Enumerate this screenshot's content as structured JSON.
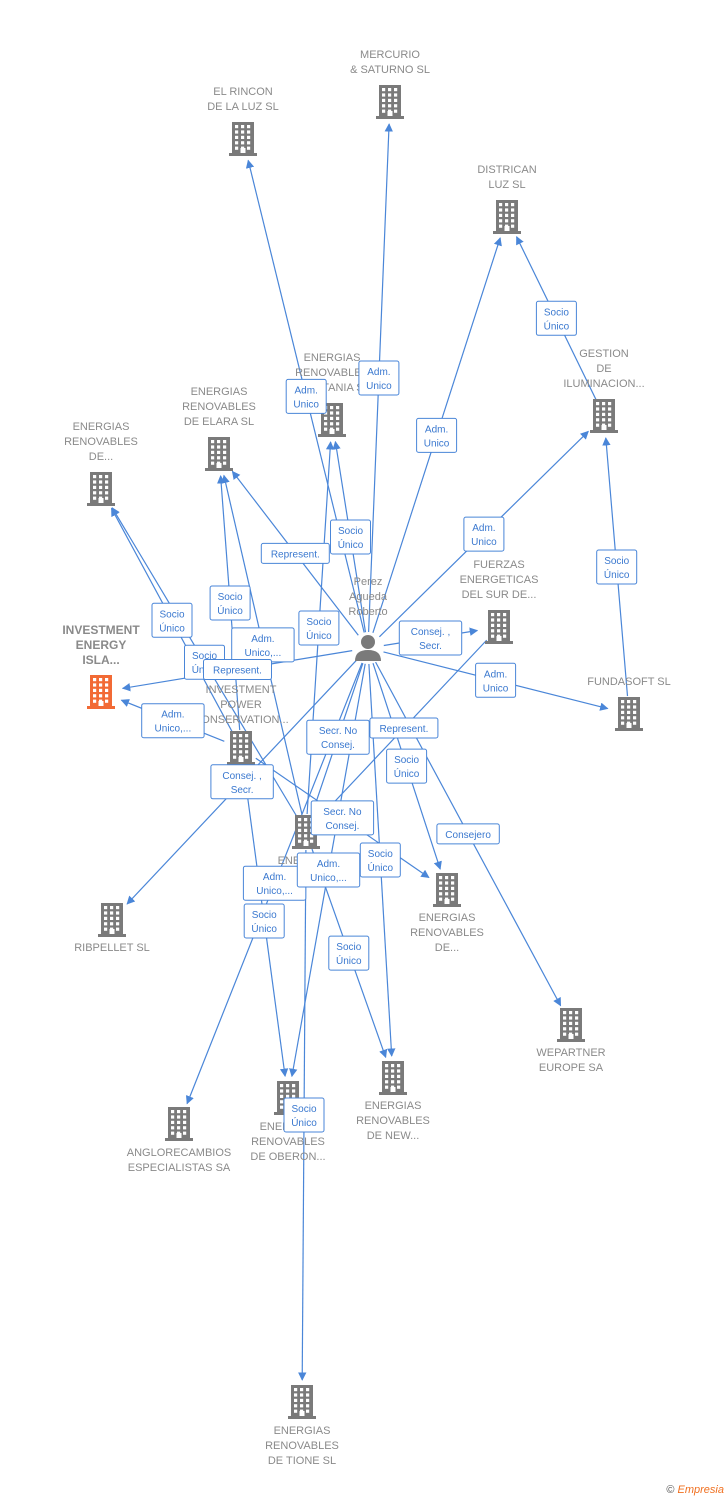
{
  "colors": {
    "edge": "#4a86d8",
    "building": "#7a7a7a",
    "focus_building": "#f26a35",
    "label": "#8a8a8a"
  },
  "person": {
    "id": "perez",
    "lines": [
      "Perez",
      "Agueda",
      "Roberto"
    ],
    "icon": "person-icon"
  },
  "companies": [
    {
      "id": "mercurio",
      "lines": [
        "MERCURIO",
        "& SATURNO  SL"
      ]
    },
    {
      "id": "rincon",
      "lines": [
        "EL RINCON",
        "DE LA LUZ SL"
      ]
    },
    {
      "id": "districan",
      "lines": [
        "DISTRICAN",
        "LUZ SL"
      ]
    },
    {
      "id": "gestion",
      "lines": [
        "GESTION",
        "DE",
        "ILUMINACION..."
      ]
    },
    {
      "id": "titania",
      "lines": [
        "ENERGIAS",
        "RENOVABLES",
        "DE TITANIA  SL"
      ]
    },
    {
      "id": "elara",
      "lines": [
        "ENERGIAS",
        "RENOVABLES",
        "DE ELARA  SL"
      ]
    },
    {
      "id": "ren_de",
      "lines": [
        "ENERGIAS",
        "RENOVABLES",
        "DE..."
      ]
    },
    {
      "id": "investment_isla",
      "lines": [
        "INVESTMENT",
        "ENERGY",
        "ISLA..."
      ],
      "focus": true
    },
    {
      "id": "fuerzas",
      "lines": [
        "FUERZAS",
        "ENERGETICAS",
        "DEL SUR DE..."
      ]
    },
    {
      "id": "fundasoft",
      "lines": [
        "FUNDASOFT SL"
      ]
    },
    {
      "id": "ipc",
      "lines": [
        "INVESTMENT",
        "POWER",
        "CONSERVATION..."
      ]
    },
    {
      "id": "hub",
      "lines": [
        "ENERGIAS",
        "SL"
      ]
    },
    {
      "id": "ribpellet",
      "lines": [
        "RIBPELLET SL"
      ]
    },
    {
      "id": "ren_de2",
      "lines": [
        "ENERGIAS",
        "RENOVABLES",
        "DE..."
      ]
    },
    {
      "id": "wepartner",
      "lines": [
        "WEPARTNER",
        "EUROPE SA"
      ]
    },
    {
      "id": "anglo",
      "lines": [
        "ANGLORECAMBIOS",
        "ESPECIALISTAS SA"
      ]
    },
    {
      "id": "oberon",
      "lines": [
        "ENERGIAS",
        "RENOVABLES",
        "DE OBERON..."
      ]
    },
    {
      "id": "newx",
      "lines": [
        "ENERGIAS",
        "RENOVABLES",
        "DE NEW..."
      ]
    },
    {
      "id": "tione",
      "lines": [
        "ENERGIAS",
        "RENOVABLES",
        "DE TIONE  SL"
      ]
    }
  ],
  "relations": [
    {
      "from": "perez",
      "to": "rincon",
      "role": [
        "Adm.",
        "Unico"
      ]
    },
    {
      "from": "perez",
      "to": "mercurio",
      "role": [
        "Adm.",
        "Unico"
      ]
    },
    {
      "from": "perez",
      "to": "districan",
      "role": [
        "Adm.",
        "Unico"
      ]
    },
    {
      "from": "gestion",
      "to": "districan",
      "role": [
        "Socio",
        "Único"
      ]
    },
    {
      "from": "perez",
      "to": "gestion",
      "role": [
        "Adm.",
        "Unico"
      ]
    },
    {
      "from": "fundasoft",
      "to": "gestion",
      "role": [
        "Socio",
        "Único"
      ]
    },
    {
      "from": "perez",
      "to": "titania",
      "role": [
        "Socio",
        "Único"
      ]
    },
    {
      "from": "hub",
      "to": "titania",
      "role": [
        "Socio",
        "Único"
      ]
    },
    {
      "from": "perez",
      "to": "elara",
      "role": [
        "Represent."
      ]
    },
    {
      "from": "hub",
      "to": "elara",
      "role": [
        "Adm.",
        "Unico,..."
      ]
    },
    {
      "from": "ipc",
      "to": "elara",
      "role": [
        "Socio",
        "Único"
      ]
    },
    {
      "from": "hub",
      "to": "ren_de",
      "role": [
        "Socio",
        "Único"
      ]
    },
    {
      "from": "ipc",
      "to": "ren_de",
      "role": [
        "Socio",
        "Único"
      ]
    },
    {
      "from": "perez",
      "to": "investment_isla",
      "role": [
        "Represent."
      ]
    },
    {
      "from": "perez",
      "to": "fuerzas",
      "role": [
        "Consej. ,",
        "Secr."
      ]
    },
    {
      "from": "perez",
      "to": "fundasoft",
      "role": [
        "Adm.",
        "Unico"
      ]
    },
    {
      "from": "perez",
      "to": "ribpellet",
      "role": [
        "Consej. ,",
        "Secr."
      ]
    },
    {
      "from": "perez",
      "to": "hub",
      "role": [
        "Secr.  No",
        "Consej."
      ]
    },
    {
      "from": "perez",
      "to": "ren_de2",
      "role": [
        "Socio",
        "Único"
      ]
    },
    {
      "from": "perez",
      "to": "wepartner",
      "role": [
        "Consejero"
      ]
    },
    {
      "from": "perez",
      "to": "anglo",
      "role": [
        "Adm.",
        "Unico,..."
      ]
    },
    {
      "from": "perez",
      "to": "oberon",
      "role": [
        "Adm.",
        "Unico,..."
      ]
    },
    {
      "from": "perez",
      "to": "newx",
      "role": [
        "Socio",
        "Único"
      ]
    },
    {
      "from": "hub",
      "to": "tione",
      "role": [
        "Socio",
        "Único"
      ]
    },
    {
      "from": "fuerzas",
      "to": "hub",
      "role": [
        "Represent."
      ]
    },
    {
      "from": "ipc",
      "to": "oberon",
      "role": [
        "Socio",
        "Único"
      ]
    },
    {
      "from": "hub",
      "to": "newx",
      "role": [
        "Socio",
        "Único"
      ]
    },
    {
      "from": "ipc",
      "to": "investment_isla",
      "role": [
        "Adm.",
        "Unico,..."
      ]
    },
    {
      "from": "ipc",
      "to": "ren_de2",
      "role": [
        "Secr.  No",
        "Consej."
      ]
    }
  ],
  "footer": {
    "symbol": "©",
    "brand": "Empresia"
  }
}
